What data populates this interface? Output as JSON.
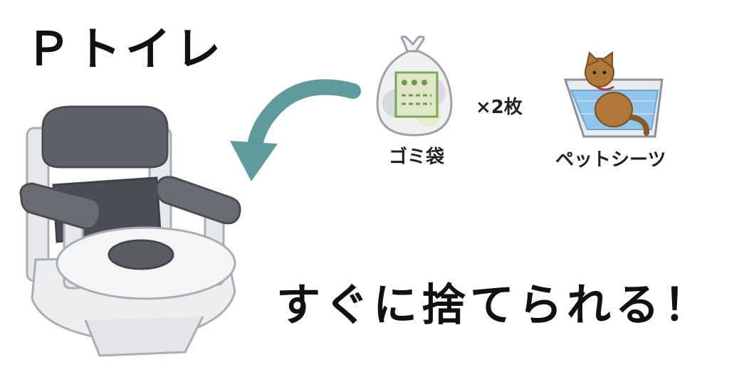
{
  "title": "Ｐトイレ",
  "tagline": "すぐに捨てられる！",
  "items": {
    "garbage_bag": {
      "label": "ゴミ袋",
      "multiplier": "×2枚",
      "icon": "garbage-bag-icon"
    },
    "pet_sheet": {
      "label": "ペットシーツ",
      "icon": "cat-on-pet-sheet-icon"
    }
  },
  "colors": {
    "arrow": "#5f9a9c",
    "toilet_frame": "#d9dce0",
    "toilet_outline": "#a9aeb5",
    "seat_dark": "#62646c",
    "cat": "#b07838",
    "sheet": "#8fc6ea"
  }
}
